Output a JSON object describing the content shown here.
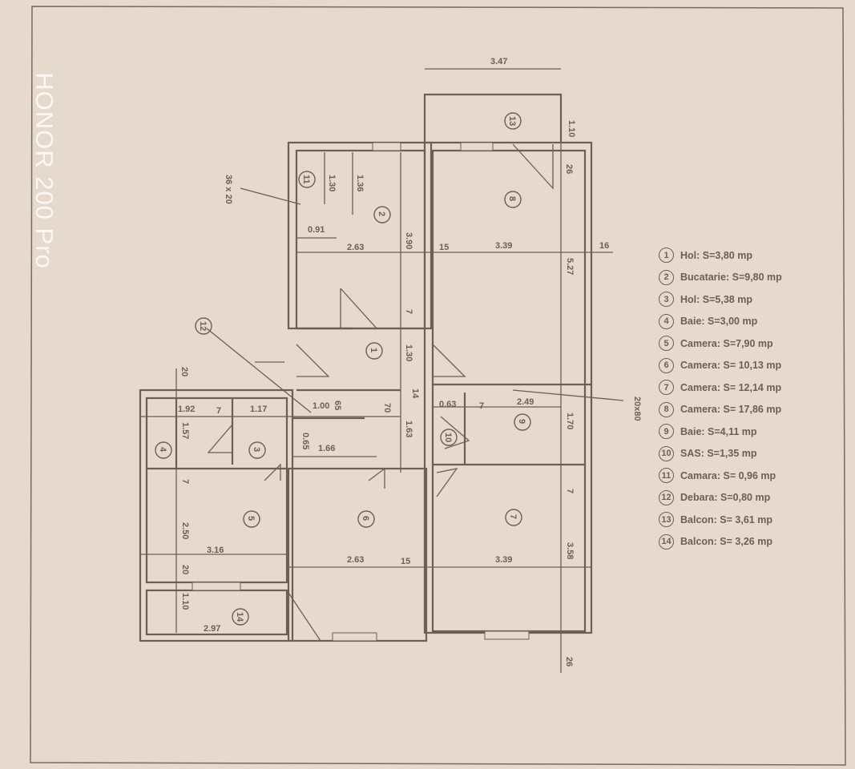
{
  "watermark": "HONOR 200 Pro",
  "dimensions": {
    "top_balcony_width": "3.47",
    "balcony_depth": "1.10",
    "wall_26_top": "26",
    "wall_26_bottom": "26",
    "kitchen_width": "2.63",
    "kitchen_depth": "3.90",
    "room8_width": "3.39",
    "room8_depth": "5.27",
    "w15_top": "15",
    "w16": "16",
    "closet_h1": "1.30",
    "closet_h2": "1.36",
    "closet_w": "0.91",
    "vent": "36 x 20",
    "hall_depth": "1.30",
    "w7_a": "7",
    "w14": "14",
    "w20_left": "20",
    "bath4_w": "1.92",
    "w7_b": "7",
    "hall3_w": "1.17",
    "pantry_w": "1.00",
    "pantry_d": "65",
    "w70": "70",
    "bath4_d": "1.57",
    "sas_w": "0.63",
    "w7_c": "7",
    "bath9_w": "2.49",
    "bath9_d": "1.70",
    "hall_d2": "1.63",
    "w0_65": "0.65",
    "hall3_w2": "1.66",
    "ref_2080": "20x80",
    "w7_d": "7",
    "w7_e": "7",
    "room5_d": "2.50",
    "room5_w": "3.16",
    "w20_b": "20",
    "room6_w": "2.63",
    "w15_b": "15",
    "room7_w": "3.39",
    "room7_d": "3.58",
    "balc14_d": "1.10",
    "balc14_w": "2.97"
  },
  "room_markers": [
    "1",
    "2",
    "3",
    "4",
    "5",
    "6",
    "7",
    "8",
    "9",
    "10",
    "11",
    "12",
    "13",
    "14"
  ],
  "legend": [
    {
      "n": "1",
      "text": "Hol: S=3,80 mp"
    },
    {
      "n": "2",
      "text": "Bucatarie: S=9,80 mp"
    },
    {
      "n": "3",
      "text": "Hol: S=5,38 mp"
    },
    {
      "n": "4",
      "text": "Baie: S=3,00 mp"
    },
    {
      "n": "5",
      "text": "Camera: S=7,90 mp"
    },
    {
      "n": "6",
      "text": "Camera: S= 10,13 mp"
    },
    {
      "n": "7",
      "text": "Camera: S= 12,14 mp"
    },
    {
      "n": "8",
      "text": "Camera: S= 17,86 mp"
    },
    {
      "n": "9",
      "text": "Baie: S=4,11 mp"
    },
    {
      "n": "10",
      "text": "SAS: S=1,35 mp"
    },
    {
      "n": "11",
      "text": "Camara: S= 0,96 mp"
    },
    {
      "n": "12",
      "text": "Debara: S=0,80 mp"
    },
    {
      "n": "13",
      "text": "Balcon: S= 3,61 mp"
    },
    {
      "n": "14",
      "text": "Balcon: S= 3,26 mp"
    }
  ]
}
